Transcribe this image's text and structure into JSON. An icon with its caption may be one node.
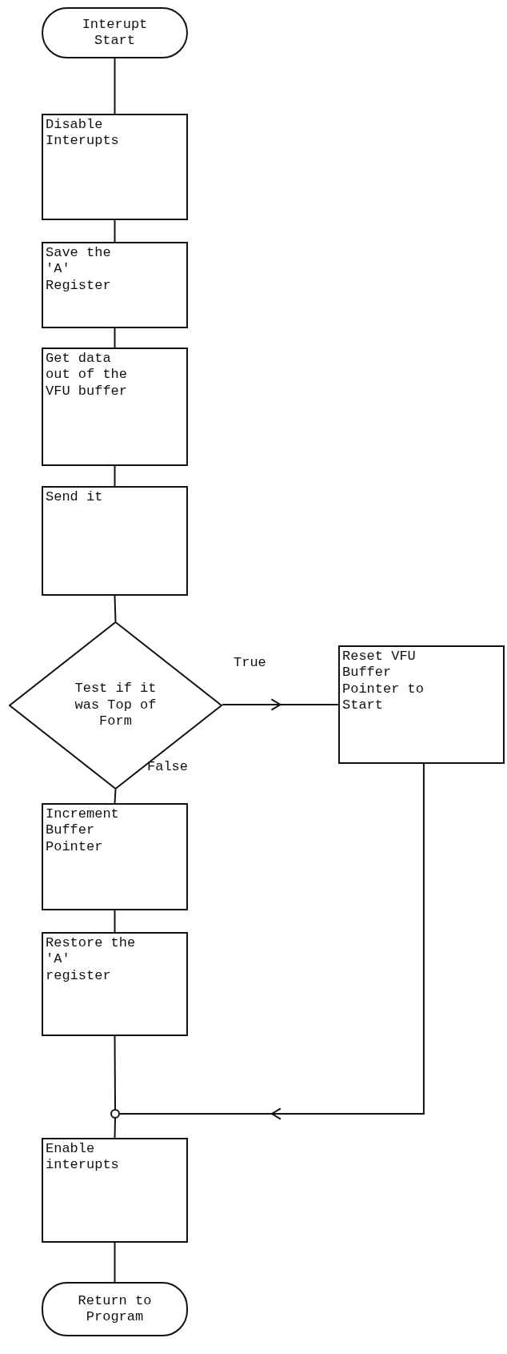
{
  "diagram": {
    "nodes": [
      {
        "text": [
          "Interupt Start"
        ]
      },
      {
        "text": [
          "Disable Interupts"
        ]
      },
      {
        "text": [
          "Save the 'A' Register"
        ]
      },
      {
        "text": [
          "Get data out of the VFU buffer"
        ]
      },
      {
        "text": [
          "Send it"
        ]
      },
      {
        "text": [
          "Test if it was Top of Form"
        ]
      },
      {
        "text": [
          "Reset VFU Buffer Pointer to Start"
        ]
      },
      {
        "text": [
          "Increment Buffer Pointer"
        ]
      },
      {
        "text": [
          "Restore the 'A' register"
        ]
      },
      {
        "text": [],
        "shape": "circle"
      },
      {
        "text": [
          "Enable interupts"
        ]
      },
      {
        "text": [
          "Return to Program"
        ]
      }
    ],
    "edges": [
      {
        "from": 0,
        "to": 1,
        "arrow": "none"
      },
      {
        "from": 1,
        "to": 2,
        "arrow": "none"
      },
      {
        "from": 2,
        "to": 3,
        "arrow": "none"
      },
      {
        "from": 3,
        "to": 4,
        "arrow": "none"
      },
      {
        "from": 4,
        "to": 5,
        "arrow": "none"
      },
      {
        "from": 5,
        "to": 6,
        "arrow": "to",
        "label": "True"
      },
      {
        "from": 5,
        "to": 7,
        "arrow": "none",
        "label": "False"
      },
      {
        "from": 7,
        "to": 8,
        "arrow": "none"
      },
      {
        "from": 8,
        "to": 9,
        "arrow": "none"
      },
      {
        "from": 6,
        "to": 9,
        "arrow": "to"
      },
      {
        "from": 9,
        "to": 10,
        "arrow": "none"
      },
      {
        "from": 10,
        "to": 11,
        "arrow": "none"
      }
    ]
  }
}
